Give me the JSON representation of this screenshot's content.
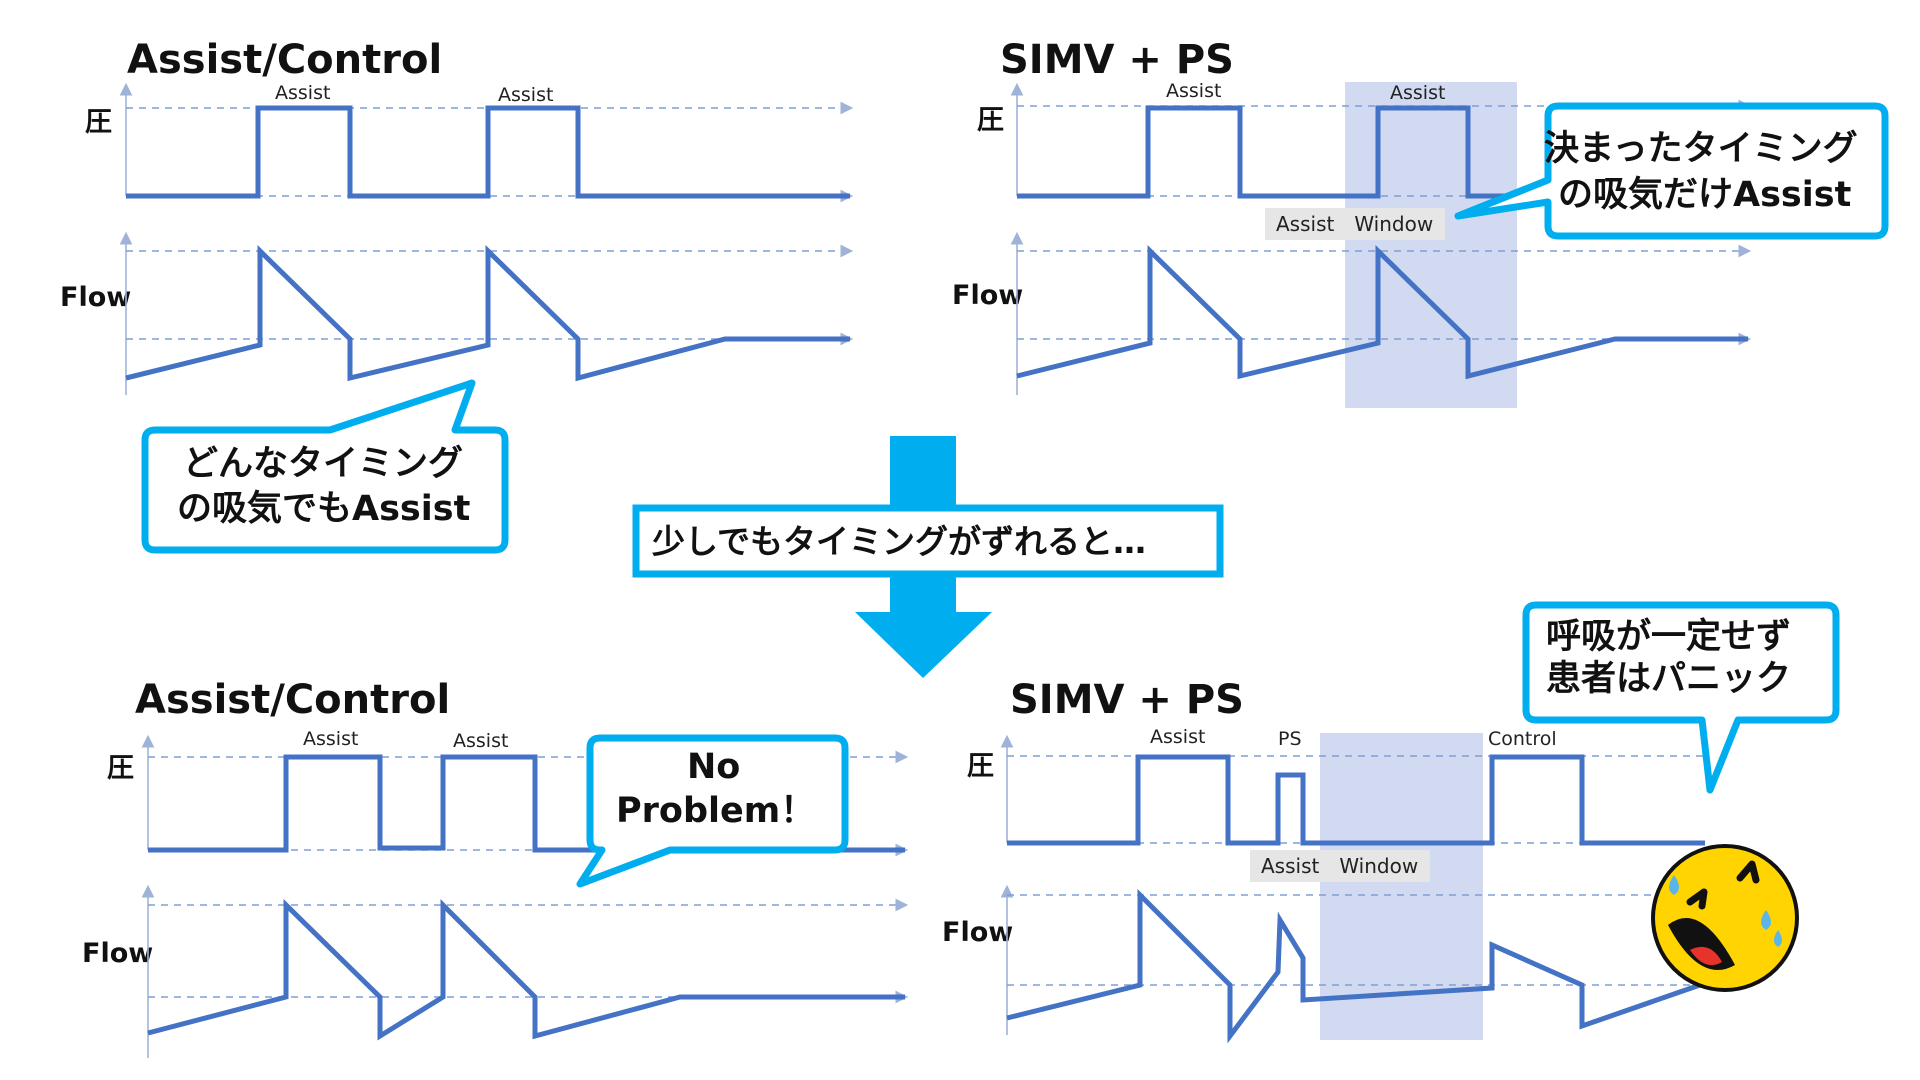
{
  "colors": {
    "waveform": "#4472c4",
    "callout_border": "#00aeef",
    "arrow": "#00aeef",
    "assist_window": "#c9d4ee"
  },
  "panels": {
    "top_left": {
      "title": "Assist/Control",
      "pressure_label": "圧",
      "flow_label": "Flow",
      "event1": "Assist",
      "event2": "Assist"
    },
    "top_right": {
      "title": "SIMV + PS",
      "pressure_label": "圧",
      "flow_label": "Flow",
      "event1": "Assist",
      "event2": "Assist",
      "window_label": "Assist　Window"
    },
    "bottom_left": {
      "title": "Assist/Control",
      "pressure_label": "圧",
      "flow_label": "Flow",
      "event1": "Assist",
      "event2": "Assist"
    },
    "bottom_right": {
      "title": "SIMV + PS",
      "pressure_label": "圧",
      "flow_label": "Flow",
      "event1": "Assist",
      "event2": "PS",
      "event3": "Control",
      "window_label": "Assist　Window"
    }
  },
  "callouts": {
    "ac_any_timing": {
      "line1": "どんなタイミング",
      "line2": "の吸気でもAssist"
    },
    "simv_fixed_timing": {
      "line1": "決まったタイミング",
      "line2": "の吸気だけAssist"
    },
    "center_banner": "少しでもタイミングがずれると…",
    "no_problem": {
      "line1": "No",
      "line2": "Problem！"
    },
    "panic": {
      "line1": "呼吸が一定せず",
      "line2": "患者はパニック"
    }
  },
  "icons": {
    "arrow": "down-arrow-icon",
    "emoji": "crying-laughing-face-icon"
  }
}
